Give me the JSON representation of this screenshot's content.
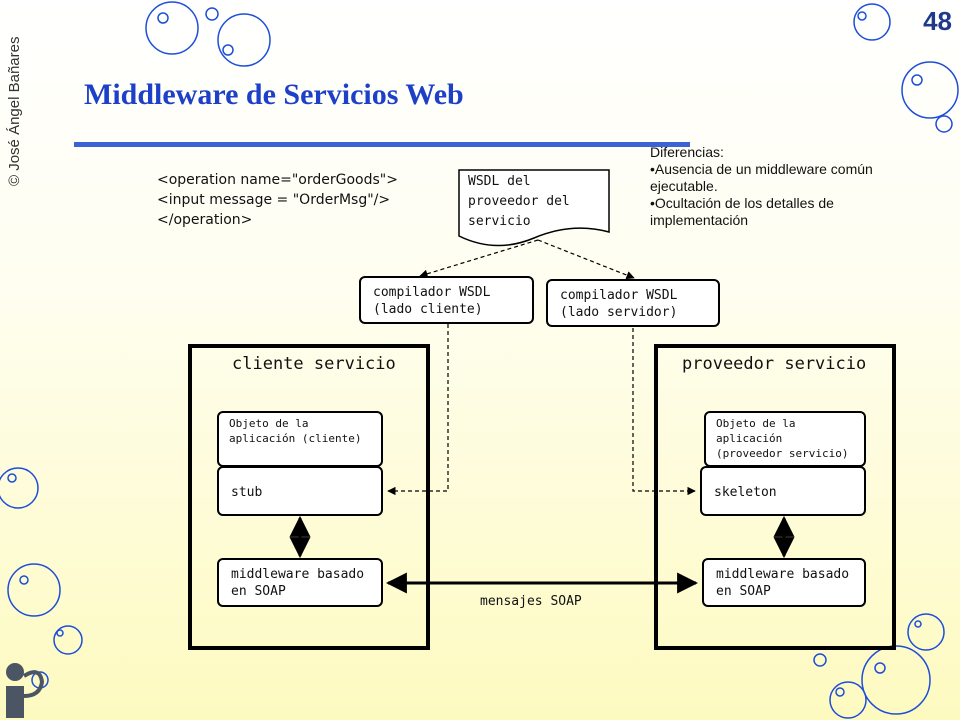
{
  "slide": {
    "copyright": "© José Ángel Bañares",
    "page_number": "48",
    "title": "Middleware de Servicios Web"
  },
  "code": {
    "line1": "<operation name=\"orderGoods\">",
    "line2": "<input message = \"OrderMsg\"/>",
    "line3": "</operation>"
  },
  "notes": {
    "heading": "Diferencias:",
    "bullet1": "•Ausencia de un middleware común ejecutable.",
    "bullet2": "•Ocultación de los detalles de implementación"
  },
  "diagram": {
    "wsdl_doc": "WSDL del proveedor del servicio",
    "compiler_client": "compilador WSDL (lado cliente)",
    "compiler_server": "compilador WSDL (lado servidor)",
    "client": {
      "title": "cliente servicio",
      "app_object": "Objeto de la aplicación (cliente)",
      "stub": "stub",
      "middleware": "middleware basado en SOAP"
    },
    "provider": {
      "title": "proveedor servicio",
      "app_object": "Objeto de la aplicación (proveedor servicio)",
      "skeleton": "skeleton",
      "middleware": "middleware basado en SOAP"
    },
    "soap_label": "mensajes SOAP"
  }
}
